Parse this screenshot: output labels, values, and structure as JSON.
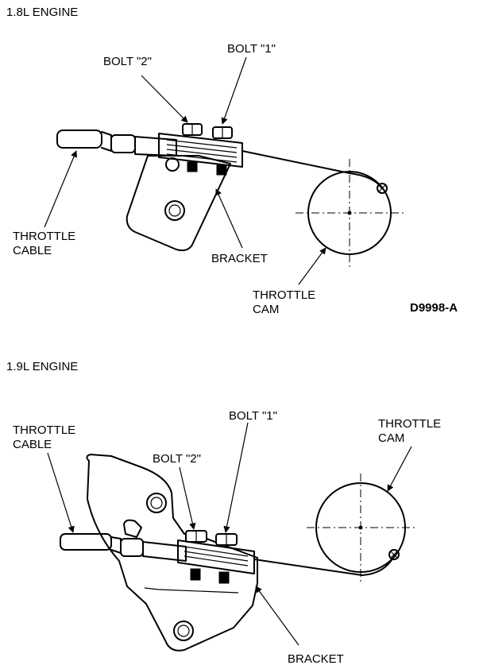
{
  "diagram_1": {
    "title": "1.8L ENGINE",
    "bolt_2": "BOLT \"2\"",
    "bolt_1": "BOLT \"1\"",
    "throttle_cable_l1": "THROTTLE",
    "throttle_cable_l2": "CABLE",
    "bracket": "BRACKET",
    "throttle_cam_l1": "THROTTLE",
    "throttle_cam_l2": "CAM",
    "figure_code": "D9998-A"
  },
  "diagram_2": {
    "title": "1.9L ENGINE",
    "bolt_1": "BOLT \"1\"",
    "bolt_2": "BOLT \"2\"",
    "throttle_cable_l1": "THROTTLE",
    "throttle_cable_l2": "CABLE",
    "throttle_cam_l1": "THROTTLE",
    "throttle_cam_l2": "CAM",
    "bracket": "BRACKET"
  }
}
